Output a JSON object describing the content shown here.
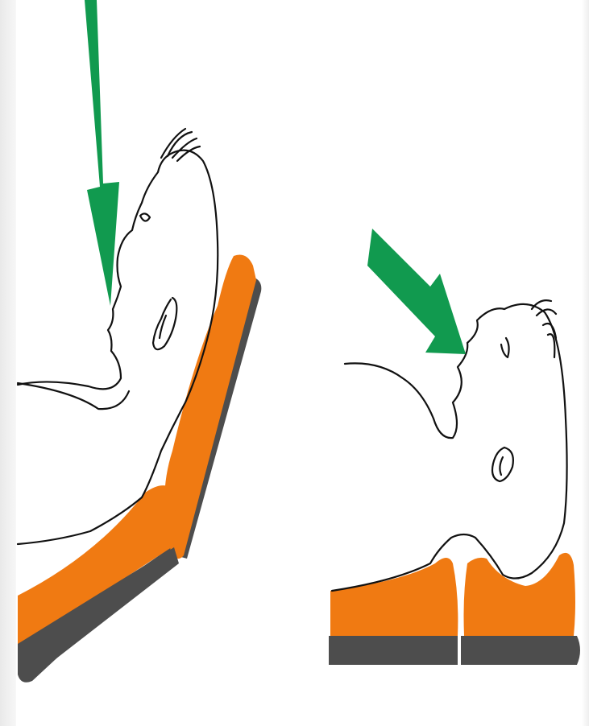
{
  "colors": {
    "arrow": "#119a4f",
    "foam": "#f07a12",
    "base": "#4d4d4d",
    "outline": "#111111",
    "background": "#ffffff"
  },
  "figures": [
    {
      "name": "reclined-on-wedge-pillow",
      "icon": "arrow-pointing-down-to-mouth"
    },
    {
      "name": "flat-on-contour-pillow",
      "icon": "arrow-pointing-down-right-to-mouth"
    }
  ]
}
